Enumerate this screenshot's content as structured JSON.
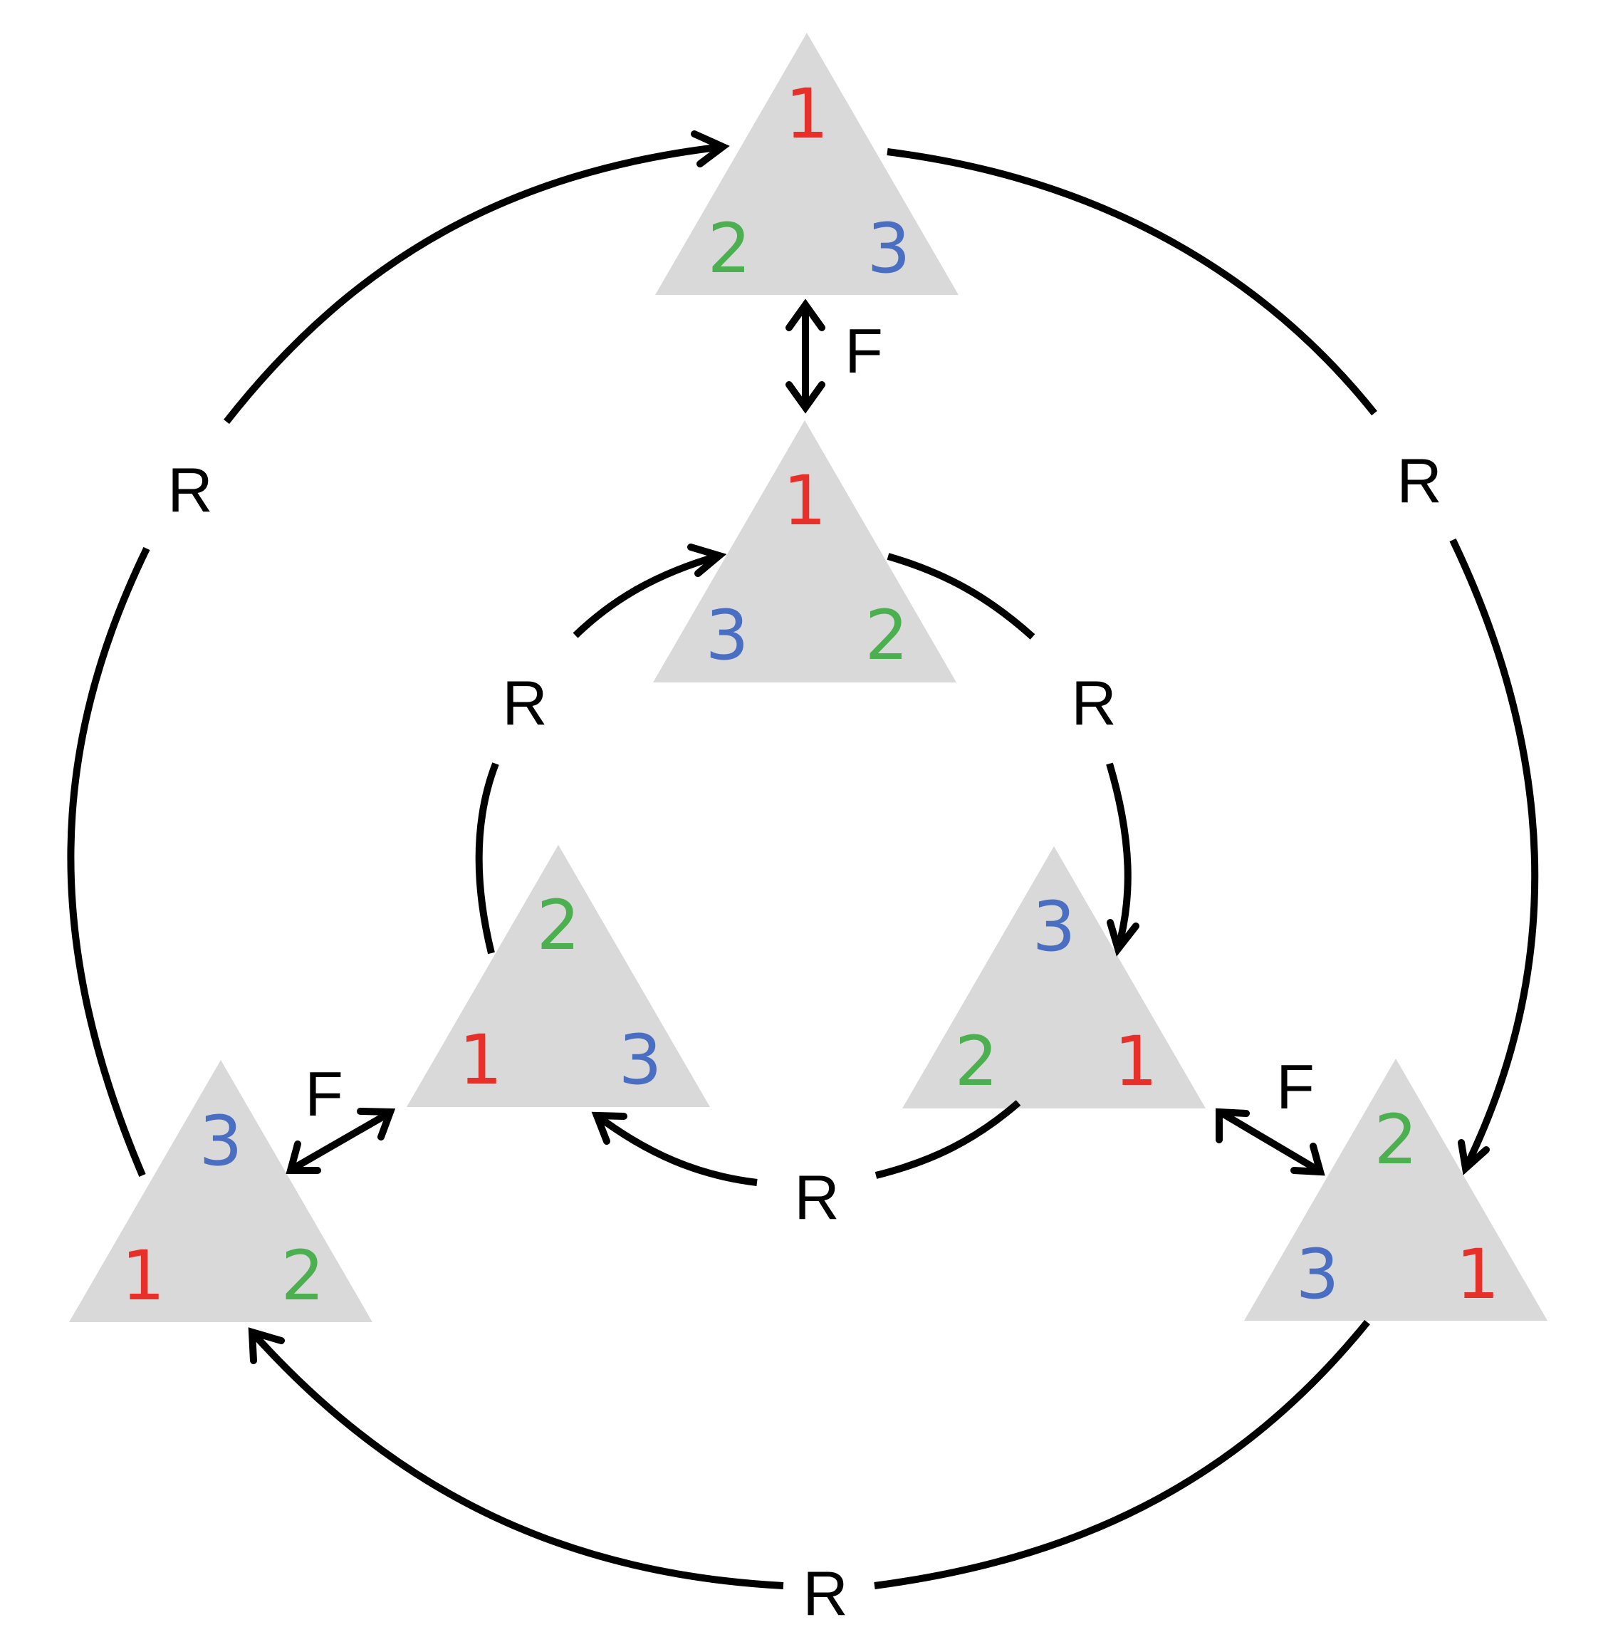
{
  "colors": {
    "triangle": "#d9d9d9",
    "one": "#e8302b",
    "two": "#4caf50",
    "three": "#4a6fc2",
    "line": "#000000"
  },
  "outer_triangles": [
    {
      "id": "outer-top",
      "top": "1",
      "left": "2",
      "right": "3"
    },
    {
      "id": "outer-right",
      "top": "2",
      "left": "3",
      "right": "1"
    },
    {
      "id": "outer-left",
      "top": "3",
      "left": "1",
      "right": "2"
    }
  ],
  "inner_triangles": [
    {
      "id": "inner-top",
      "top": "1",
      "left": "3",
      "right": "2"
    },
    {
      "id": "inner-right",
      "top": "3",
      "left": "2",
      "right": "1"
    },
    {
      "id": "inner-left",
      "top": "2",
      "left": "1",
      "right": "3"
    }
  ],
  "labels": {
    "rotation": "R",
    "flip": "F"
  }
}
